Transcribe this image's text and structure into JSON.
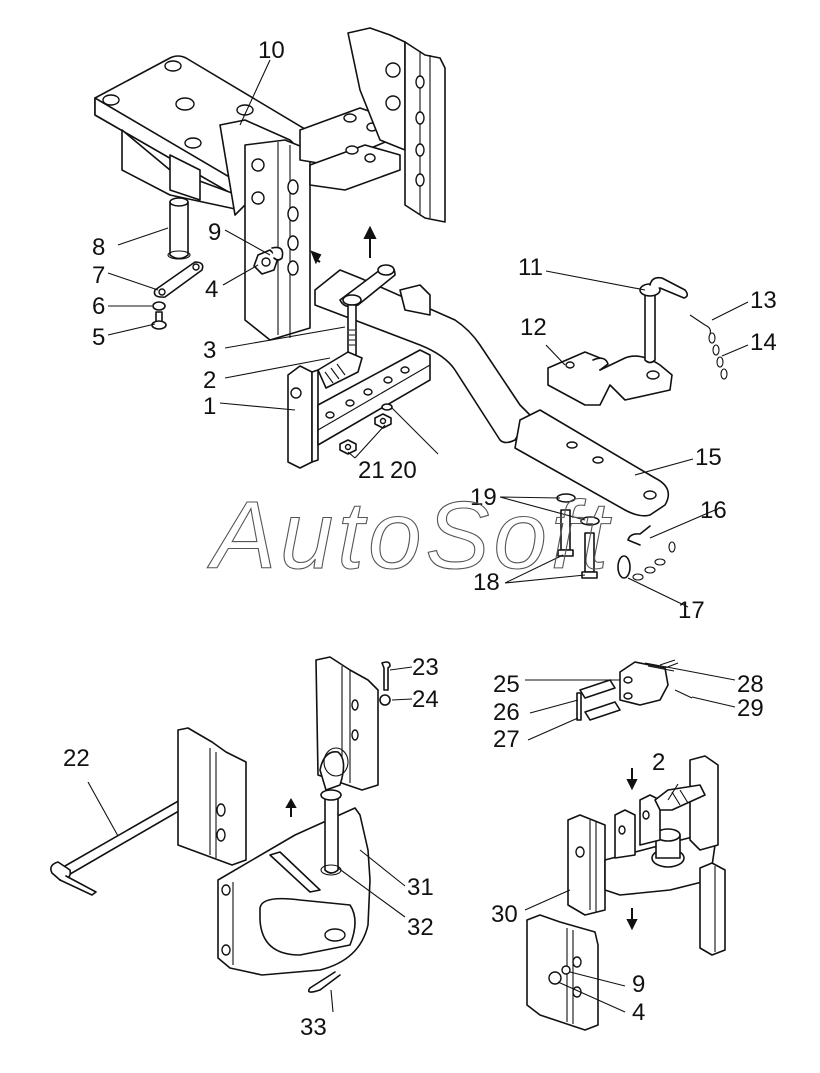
{
  "diagram": {
    "type": "exploded-parts-view",
    "subject": "tractor drawbar / towing hitch assembly",
    "watermark": "AutoSoft",
    "callouts": [
      {
        "id": "c10",
        "label": "10",
        "part": "hitch mounting frame"
      },
      {
        "id": "c8",
        "label": "8",
        "part": "pin"
      },
      {
        "id": "c9a",
        "label": "9",
        "part": "lock washer"
      },
      {
        "id": "c7",
        "label": "7",
        "part": "retaining plate"
      },
      {
        "id": "c4a",
        "label": "4",
        "part": "nut"
      },
      {
        "id": "c6",
        "label": "6",
        "part": "washer"
      },
      {
        "id": "c5",
        "label": "5",
        "part": "bolt"
      },
      {
        "id": "c3",
        "label": "3",
        "part": "threaded rod"
      },
      {
        "id": "c2a",
        "label": "2",
        "part": "bolt"
      },
      {
        "id": "c1",
        "label": "1",
        "part": "lower bracket"
      },
      {
        "id": "c21",
        "label": "21",
        "part": "nuts"
      },
      {
        "id": "c20",
        "label": "20",
        "part": "washer"
      },
      {
        "id": "c11",
        "label": "11",
        "part": "hitch pin"
      },
      {
        "id": "c12",
        "label": "12",
        "part": "clevis"
      },
      {
        "id": "c13",
        "label": "13",
        "part": "spring clip"
      },
      {
        "id": "c14",
        "label": "14",
        "part": "chain"
      },
      {
        "id": "c15",
        "label": "15",
        "part": "drawbar"
      },
      {
        "id": "c19",
        "label": "19",
        "part": "washers"
      },
      {
        "id": "c16",
        "label": "16",
        "part": "cotter pin"
      },
      {
        "id": "c18",
        "label": "18",
        "part": "bolts"
      },
      {
        "id": "c17",
        "label": "17",
        "part": "ring"
      },
      {
        "id": "c22",
        "label": "22",
        "part": "release rod"
      },
      {
        "id": "c23",
        "label": "23",
        "part": "pin"
      },
      {
        "id": "c24",
        "label": "24",
        "part": "ball"
      },
      {
        "id": "c31",
        "label": "31",
        "part": "hook body"
      },
      {
        "id": "c32",
        "label": "32",
        "part": "coupling pin"
      },
      {
        "id": "c33",
        "label": "33",
        "part": "cotter pin"
      },
      {
        "id": "c25",
        "label": "25",
        "part": "clevis block"
      },
      {
        "id": "c26",
        "label": "26",
        "part": "pin"
      },
      {
        "id": "c27",
        "label": "27",
        "part": "pin"
      },
      {
        "id": "c28",
        "label": "28",
        "part": "spring"
      },
      {
        "id": "c29",
        "label": "29",
        "part": "cotter pin"
      },
      {
        "id": "c2b",
        "label": "2",
        "part": "bolt"
      },
      {
        "id": "c30",
        "label": "30",
        "part": "pickup hitch body"
      },
      {
        "id": "c9b",
        "label": "9",
        "part": "lock washer"
      },
      {
        "id": "c4b",
        "label": "4",
        "part": "nut"
      }
    ]
  }
}
